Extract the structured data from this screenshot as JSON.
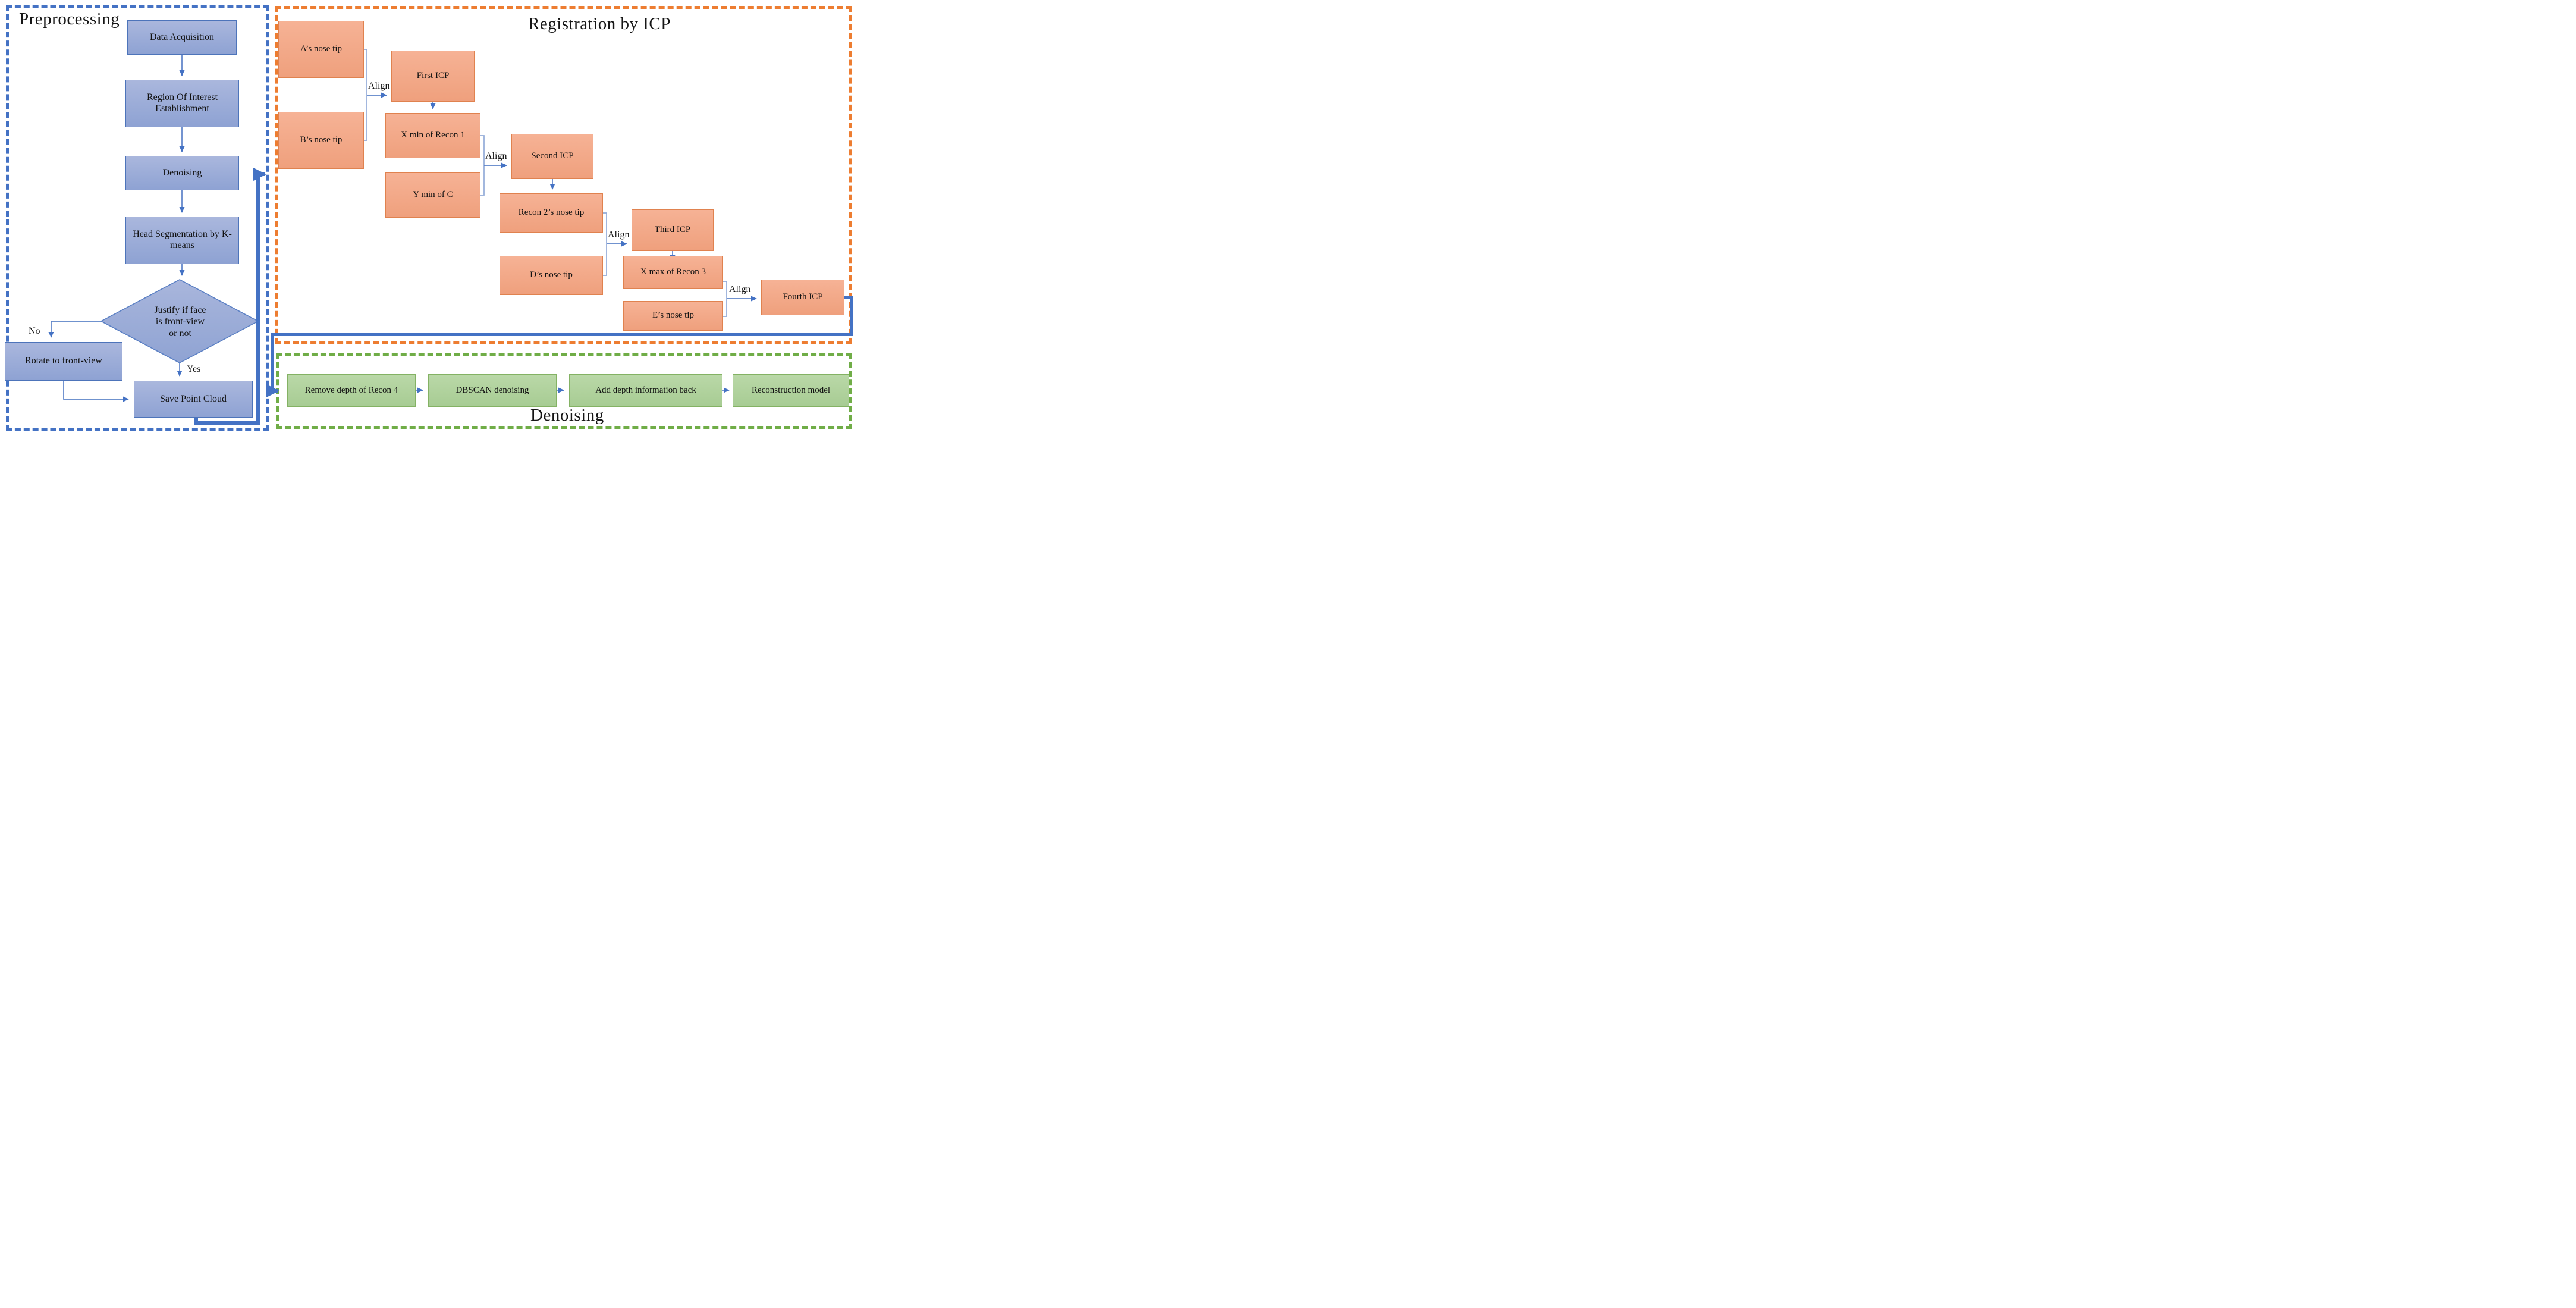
{
  "diagram": {
    "preprocessing": {
      "title": "Preprocessing",
      "steps": [
        "Data Acquisition",
        "Region Of Interest Establishment",
        "Denoising",
        "Head Segmentation by K-means"
      ],
      "decision_lines": [
        "Justify if face",
        "is front-view",
        "or not"
      ],
      "no_label": "No",
      "yes_label": "Yes",
      "rotate_step": "Rotate to front-view",
      "save_step": "Save Point Cloud"
    },
    "registration": {
      "title": "Registration by ICP",
      "align_label": "Align",
      "stages": [
        {
          "source_a": "A’s nose tip",
          "source_b": "B’s nose tip",
          "icp": "First ICP"
        },
        {
          "source_a": "X min of Recon 1",
          "source_b": "Y min of C",
          "icp": "Second ICP"
        },
        {
          "source_a": "Recon 2’s nose tip",
          "source_b": "D’s nose tip",
          "icp": "Third ICP"
        },
        {
          "source_a": "X max of Recon 3",
          "source_b": "E’s nose tip",
          "icp": "Fourth ICP"
        }
      ]
    },
    "denoising": {
      "title": "Denoising",
      "steps": [
        "Remove depth of Recon 4",
        "DBSCAN denoising",
        "Add depth information back",
        "Reconstruction model"
      ]
    },
    "colors": {
      "preprocessing_accent": "#4472C4",
      "registration_accent": "#ED7D31",
      "denoising_accent": "#70AD47",
      "connector": "#4472C4"
    }
  }
}
